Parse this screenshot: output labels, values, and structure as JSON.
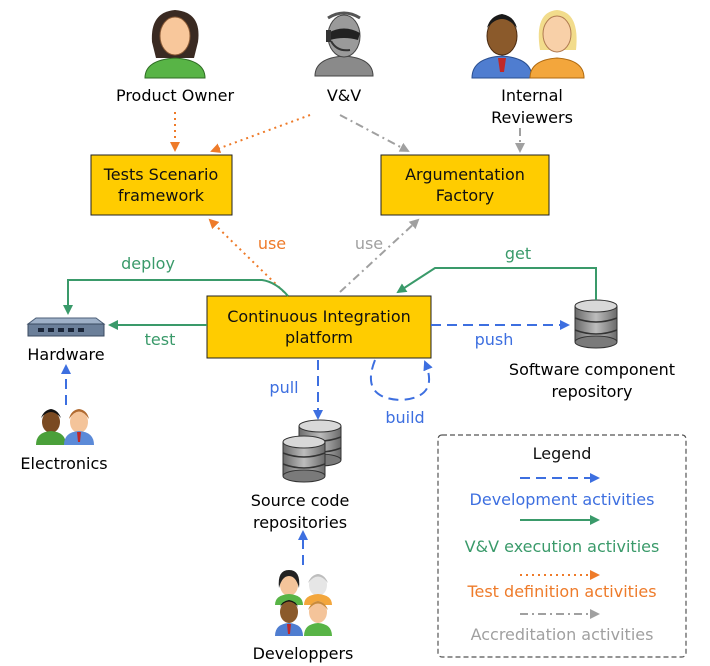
{
  "actors": {
    "product_owner": "Product Owner",
    "vv": "V&V",
    "internal_reviewers": [
      "Internal",
      "Reviewers"
    ],
    "electronics": "Electronics",
    "developpers": "Developpers"
  },
  "boxes": {
    "tests_scenario": [
      "Tests Scenario",
      "framework"
    ],
    "argumentation": [
      "Argumentation",
      "Factory"
    ],
    "ci_platform": [
      "Continuous Integration",
      "platform"
    ]
  },
  "nodes": {
    "hardware": "Hardware",
    "software_repo": [
      "Software component",
      "repository"
    ],
    "source_repos": [
      "Source code",
      "repositories"
    ]
  },
  "edge_labels": {
    "use_test": "use",
    "use_accred": "use",
    "deploy": "deploy",
    "test": "test",
    "get": "get",
    "push": "push",
    "pull": "pull",
    "build": "build"
  },
  "legend": {
    "title": "Legend",
    "items": [
      {
        "label": "Development activities",
        "color": "#3d6fe0",
        "style": "dashed"
      },
      {
        "label": "V&V execution activities",
        "color": "#3a9a6a",
        "style": "solid"
      },
      {
        "label": "Test definition activities",
        "color": "#ee7b2a",
        "style": "dotted"
      },
      {
        "label": "Accreditation activities",
        "color": "#a0a0a0",
        "style": "dashdot"
      }
    ]
  },
  "colors": {
    "box_fill": "#ffcc00",
    "development": "#3d6fe0",
    "vv_execution": "#3a9a6a",
    "test_definition": "#ee7b2a",
    "accreditation": "#a0a0a0"
  }
}
